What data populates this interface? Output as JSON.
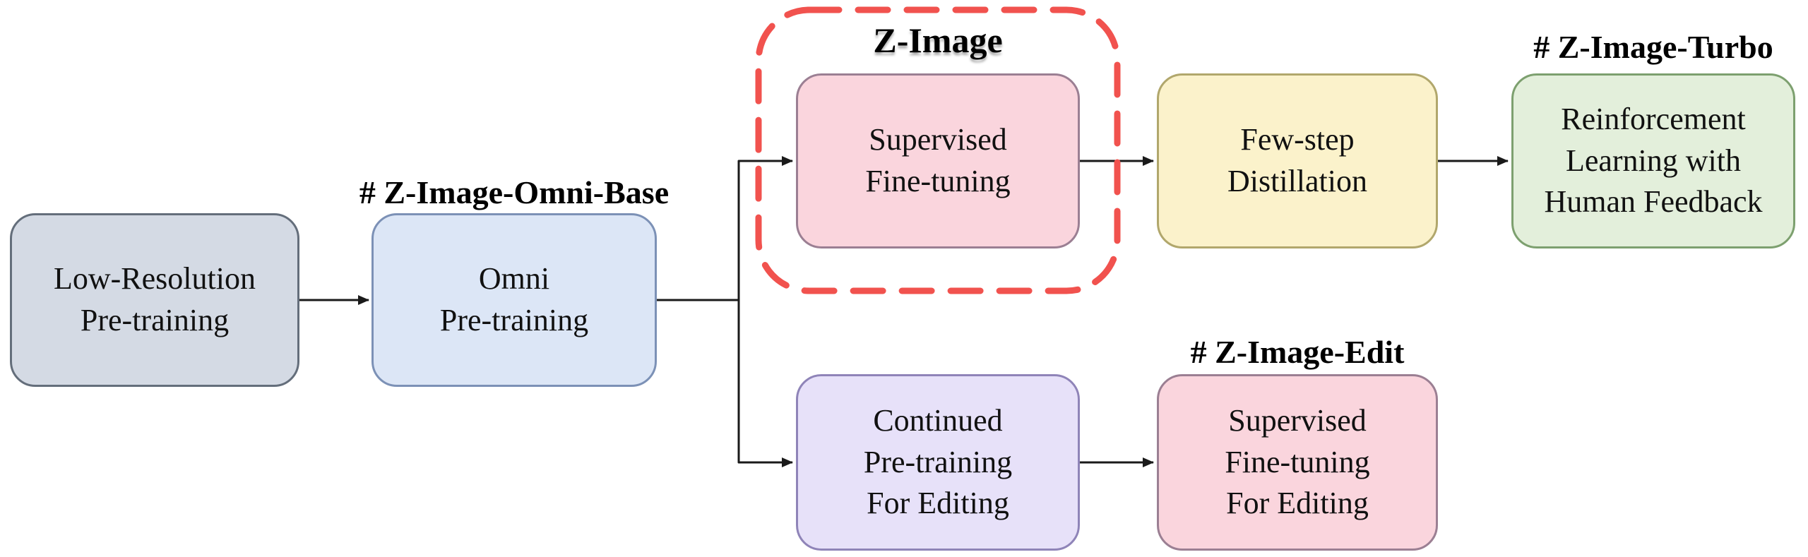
{
  "diagram": {
    "title": "Z-Image training pipeline flowchart",
    "nodes": {
      "low_res": {
        "label": "Low-Resolution\nPre-training",
        "fill": "#d4dae4",
        "border": "#646e7b"
      },
      "omni": {
        "label": "Omni\nPre-training",
        "fill": "#dce6f6",
        "border": "#7c91b6"
      },
      "sft": {
        "label": "Supervised\nFine-tuning",
        "fill": "#fad5dd",
        "border": "#9b7f93"
      },
      "distill": {
        "label": "Few-step\nDistillation",
        "fill": "#fbf2cb",
        "border": "#b1a76c"
      },
      "rlhf": {
        "label": "Reinforcement\nLearning with\nHuman Feedback",
        "fill": "#e3efdb",
        "border": "#7da06f"
      },
      "continued": {
        "label": "Continued\nPre-training\nFor Editing",
        "fill": "#e7e1f9",
        "border": "#8f84b8"
      },
      "sft_edit": {
        "label": "Supervised\nFine-tuning\nFor Editing",
        "fill": "#fad5dd",
        "border": "#9b7f93"
      }
    },
    "annotations": {
      "omni_base": "# Z-Image-Omni-Base",
      "z_image": "Z-Image",
      "turbo": "# Z-Image-Turbo",
      "edit": "# Z-Image-Edit"
    },
    "highlight_color": "#f1524e",
    "arrow_color": "#1a1a1a"
  }
}
